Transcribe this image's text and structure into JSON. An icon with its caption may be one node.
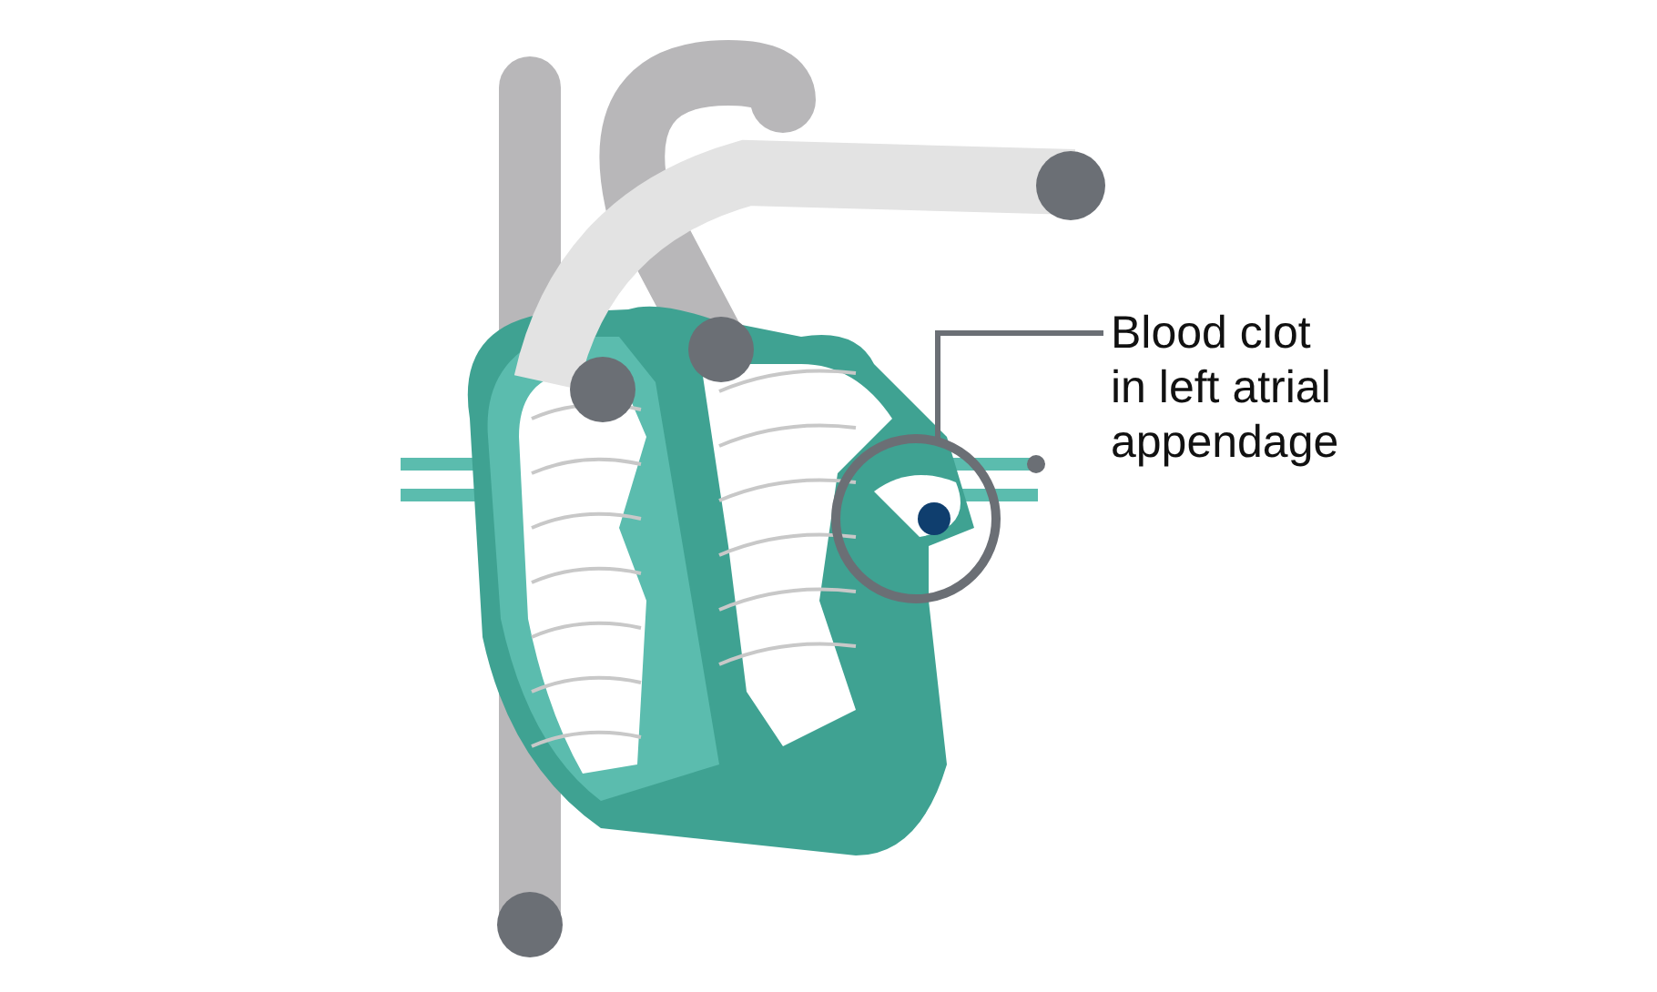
{
  "diagram": {
    "nodes": [
      {
        "text": [
          "Blood clot in left atrial appendage"
        ]
      },
      {
        "text": [],
        "shape": "circle"
      }
    ],
    "edges": [
      {
        "from": 0,
        "to": 1,
        "arrow": "none"
      }
    ]
  }
}
